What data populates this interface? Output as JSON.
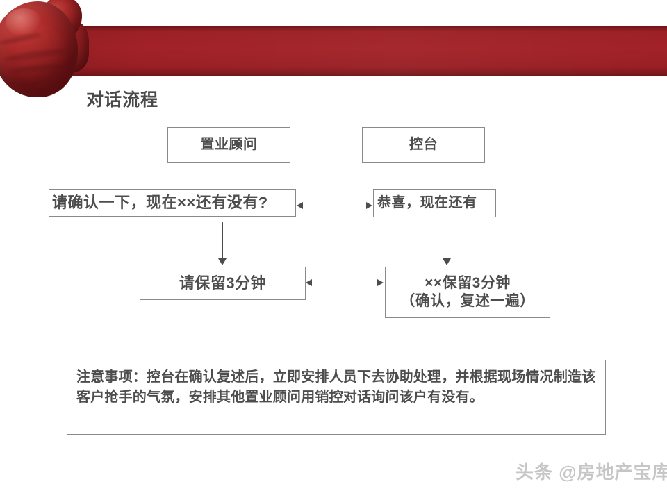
{
  "slide": {
    "title": "对话流程",
    "banner_color": "#9c2026",
    "text_color": "#4d4d4d",
    "border_color": "#8a8a8a"
  },
  "decoration": {
    "glove_label": "boxing-glove-image"
  },
  "flow": {
    "lanes": [
      {
        "label": "置业顾问"
      },
      {
        "label": "控台"
      }
    ],
    "steps": [
      {
        "id": "ask",
        "label": "请确认一下，现在××还有没有?"
      },
      {
        "id": "congrats",
        "label": "恭喜，现在还有"
      },
      {
        "id": "hold",
        "label": "请保留3分钟"
      },
      {
        "id": "hold_confirm_line1",
        "label": "××保留3分钟"
      },
      {
        "id": "hold_confirm_line2",
        "label": "（确认，复述一遍）"
      }
    ]
  },
  "note": {
    "text": "注意事项：控台在确认复述后，立即安排人员下去协助处理，并根据现场情况制造该客户抢手的气氛，安排其他置业顾问用销控对话询问该户有没有。"
  },
  "watermark": {
    "text": "头条 @房地产宝库"
  }
}
